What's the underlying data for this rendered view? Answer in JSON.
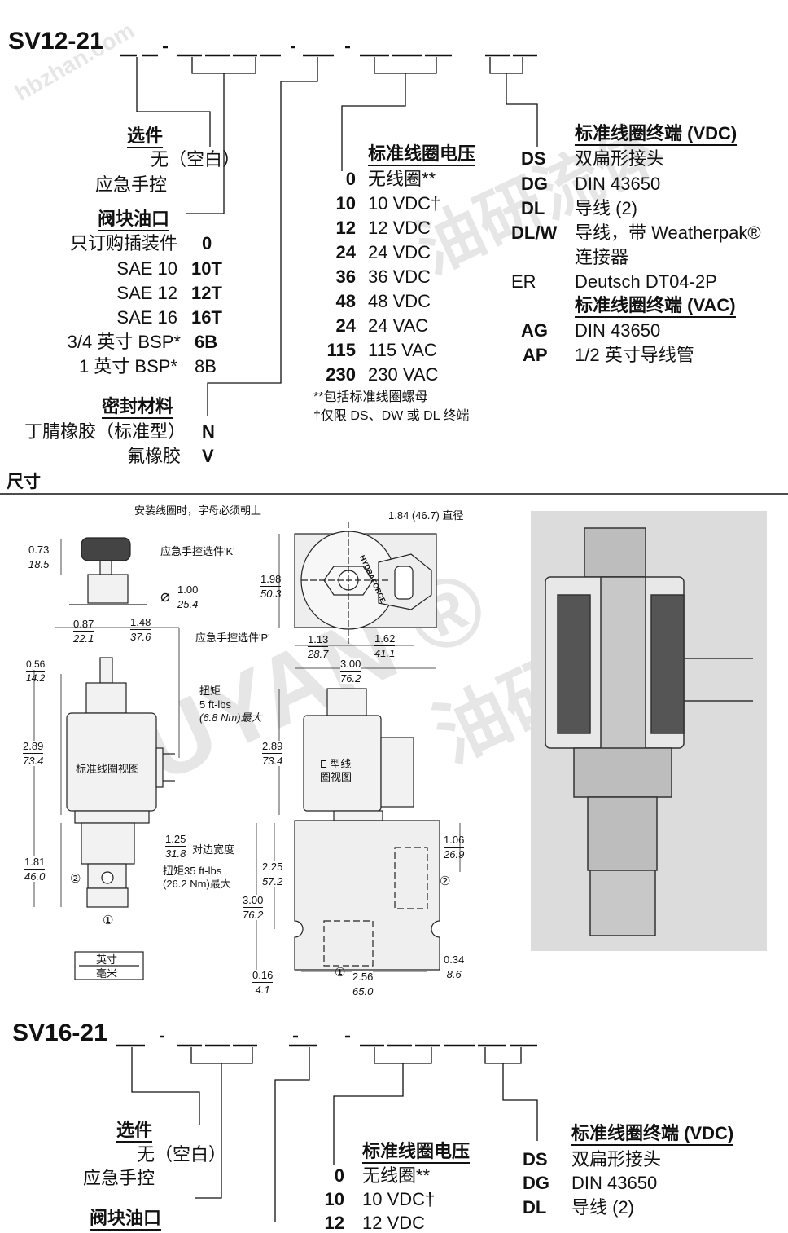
{
  "watermark": {
    "brand": "OUYAN ®",
    "cn": "油研流体",
    "url": "hbzhan.com"
  },
  "sv12": {
    "title": "SV12-21",
    "options": {
      "header": "选件",
      "items": [
        {
          "label": "无（空白）"
        },
        {
          "label": "应急手控"
        }
      ]
    },
    "ports": {
      "header": "阀块油口",
      "items": [
        {
          "label": "只订购插装件",
          "code": "0"
        },
        {
          "label": "SAE 10",
          "code": "10T"
        },
        {
          "label": "SAE 12",
          "code": "12T"
        },
        {
          "label": "SAE 16",
          "code": "16T"
        },
        {
          "label": "3/4 英寸 BSP*",
          "code": "6B"
        },
        {
          "label": "1 英寸 BSP*",
          "code": "8B"
        }
      ]
    },
    "seals": {
      "header": "密封材料",
      "items": [
        {
          "label": "丁腈橡胶（标准型）",
          "code": "N"
        },
        {
          "label": "氟橡胶",
          "code": "V"
        }
      ]
    },
    "voltage": {
      "header": "标准线圈电压",
      "items": [
        {
          "code": "0",
          "label": "无线圈**"
        },
        {
          "code": "10",
          "label": "10 VDC†"
        },
        {
          "code": "12",
          "label": "12 VDC"
        },
        {
          "code": "24",
          "label": "24 VDC"
        },
        {
          "code": "36",
          "label": "36 VDC"
        },
        {
          "code": "48",
          "label": "48 VDC"
        },
        {
          "code": "24",
          "label": "24 VAC"
        },
        {
          "code": "115",
          "label": "115 VAC"
        },
        {
          "code": "230",
          "label": "230 VAC"
        }
      ],
      "footnotes": [
        "**包括标准线圈螺母",
        "†仅限 DS、DW 或 DL 终端"
      ]
    },
    "terminations": {
      "header_vdc": "标准线圈终端 (VDC)",
      "header_vac": "标准线圈终端 (VAC)",
      "vdc": [
        {
          "code": "DS",
          "label": "双扁形接头"
        },
        {
          "code": "DG",
          "label": "DIN 43650"
        },
        {
          "code": "DL",
          "label": "导线 (2)"
        },
        {
          "code": "DL/W",
          "label": "导线，带 Weatherpak®",
          "label2": "连接器"
        },
        {
          "code": "ER",
          "label": "Deutsch DT04-2P"
        }
      ],
      "vac": [
        {
          "code": "AG",
          "label": "DIN 43650"
        },
        {
          "code": "AP",
          "label": "1/2 英寸导线管"
        }
      ]
    }
  },
  "dimensions": {
    "header": "尺寸",
    "note_letters": "安装线圈时，字母必须朝上",
    "diameter_note": "1.84 (46.7) 直径",
    "override_k": "应急手控选件'K'",
    "override_p": "应急手控选件'P'",
    "torque_coil": [
      "扭矩",
      "5 ft-lbs",
      "(6.8 Nm)最大"
    ],
    "std_coil_view": "标准线圈视图",
    "e_coil_view": [
      "E 型线",
      "圈视图"
    ],
    "hex_width": "对边宽度",
    "torque_body": [
      "扭矩35 ft-lbs",
      "(26.2 Nm)最大"
    ],
    "hydraforce": "HYDRAFORCE",
    "port1": "①",
    "port2": "②",
    "units": {
      "inch": "英寸",
      "mm": "毫米"
    },
    "dims": {
      "d073": [
        "0.73",
        "18.5"
      ],
      "d100": [
        "1.00",
        "25.4"
      ],
      "d198": [
        "1.98",
        "50.3"
      ],
      "d087": [
        "0.87",
        "22.1"
      ],
      "d148": [
        "1.48",
        "37.6"
      ],
      "d113": [
        "1.13",
        "28.7"
      ],
      "d162": [
        "1.62",
        "41.1"
      ],
      "d300a": [
        "3.00",
        "76.2"
      ],
      "d056": [
        "0.56",
        "14.2"
      ],
      "d289a": [
        "2.89",
        "73.4"
      ],
      "d289b": [
        "2.89",
        "73.4"
      ],
      "d125": [
        "1.25",
        "31.8"
      ],
      "d181": [
        "1.81",
        "46.0"
      ],
      "d106": [
        "1.06",
        "26.9"
      ],
      "d225": [
        "2.25",
        "57.2"
      ],
      "d300b": [
        "3.00",
        "76.2"
      ],
      "d256": [
        "2.56",
        "65.0"
      ],
      "d016": [
        "0.16",
        "4.1"
      ],
      "d034": [
        "0.34",
        "8.6"
      ]
    }
  },
  "sv16": {
    "title": "SV16-21",
    "options": {
      "header": "选件",
      "items": [
        {
          "label": "无（空白）"
        },
        {
          "label": "应急手控"
        }
      ]
    },
    "ports_header": "阀块油口",
    "voltage": {
      "header": "标准线圈电压",
      "items": [
        {
          "code": "0",
          "label": "无线圈**"
        },
        {
          "code": "10",
          "label": "10 VDC†"
        },
        {
          "code": "12",
          "label": "12 VDC"
        }
      ]
    },
    "terminations": {
      "header_vdc": "标准线圈终端 (VDC)",
      "vdc": [
        {
          "code": "DS",
          "label": "双扁形接头"
        },
        {
          "code": "DG",
          "label": "DIN 43650"
        },
        {
          "code": "DL",
          "label": "导线 (2)"
        }
      ]
    }
  }
}
